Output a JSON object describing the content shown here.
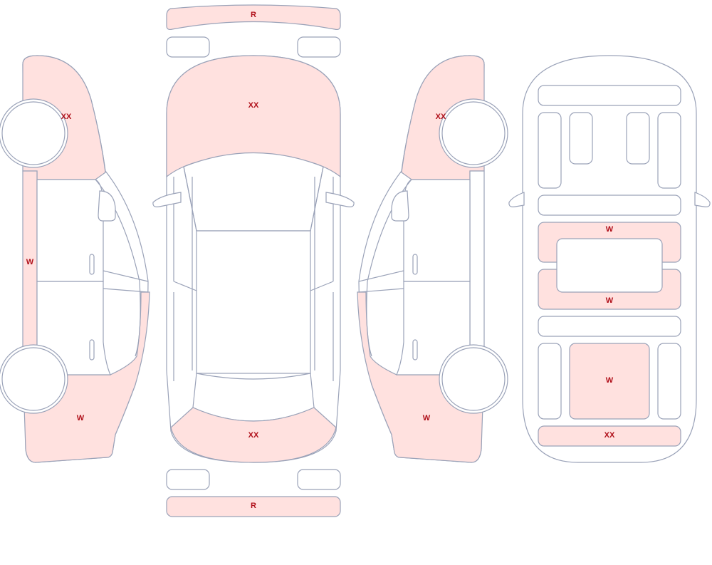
{
  "colors": {
    "damage_fill": "#ffe1df",
    "outline": "#9aa2b8",
    "label": "#b0101a"
  },
  "labels": {
    "left_side": {
      "front_fender": "XX",
      "sill": "W",
      "rear_quarter": "W"
    },
    "top_view": {
      "front_bumper": "R",
      "hood": "XX",
      "rear_bumper": "XX",
      "rear_strip": "R"
    },
    "right_side": {
      "front_fender": "XX",
      "rear_quarter": "W"
    },
    "interior": {
      "front_mid_row": "W",
      "rear_mid_row": "W",
      "cargo": "W",
      "rear_strip": "XX"
    }
  }
}
